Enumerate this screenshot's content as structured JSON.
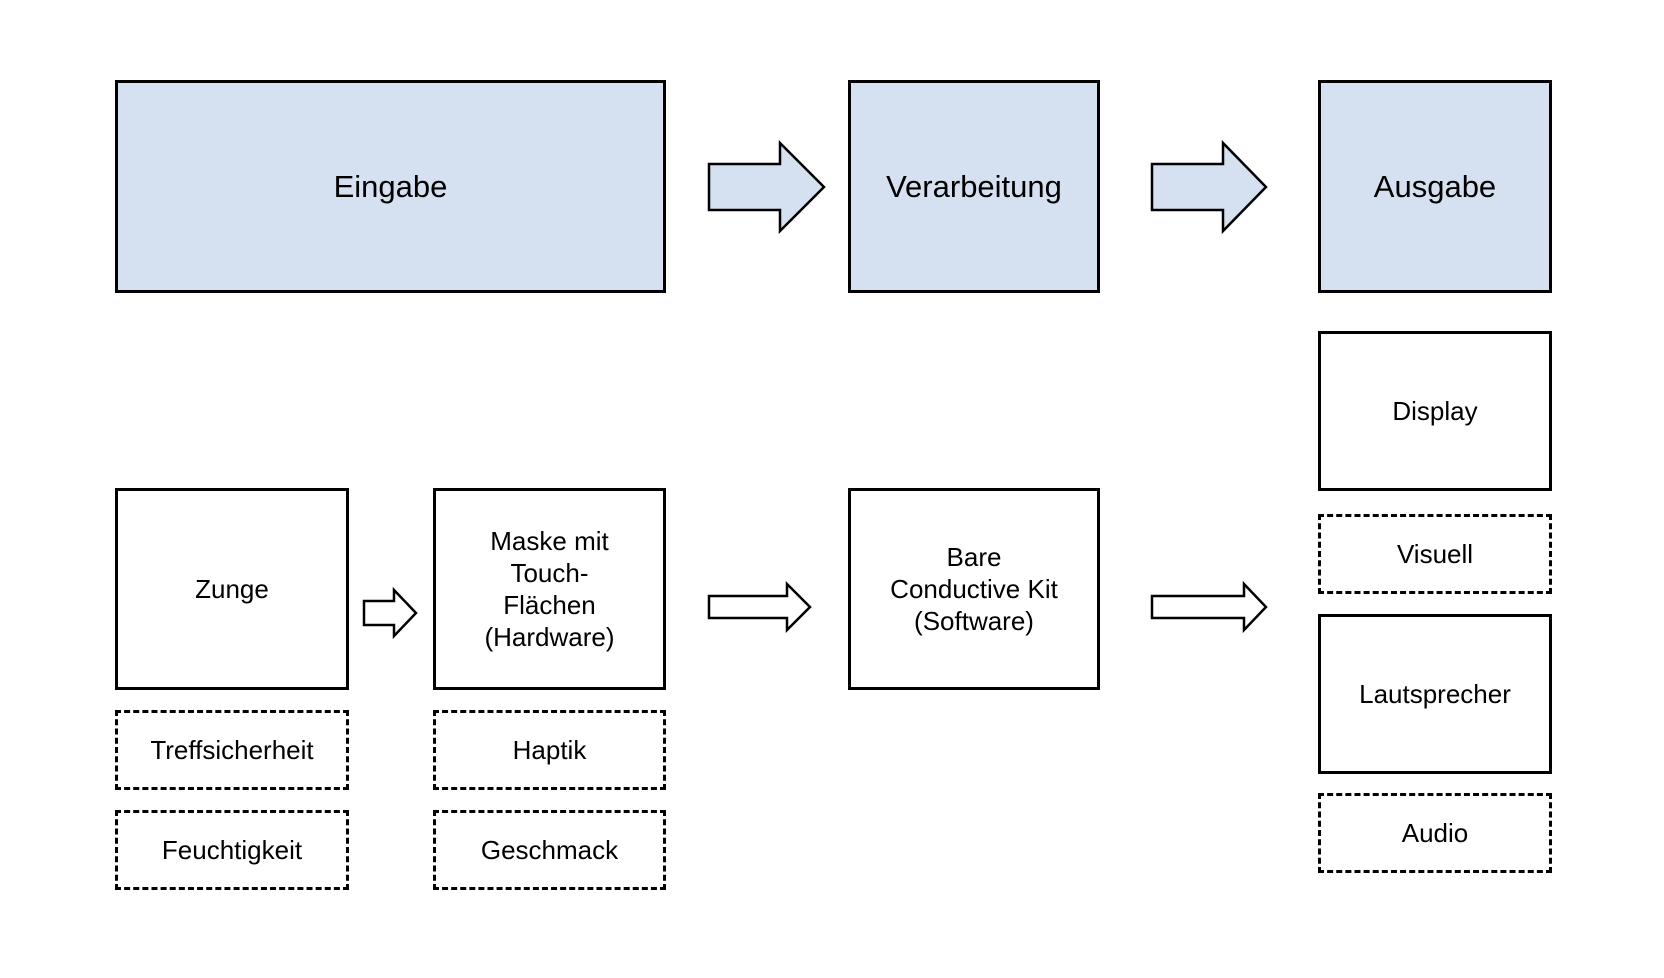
{
  "header": {
    "input": "Eingabe",
    "processing": "Verarbeitung",
    "output": "Ausgabe"
  },
  "input_column": {
    "tongue": "Zunge",
    "tongue_attributes": [
      "Treffsicherheit",
      "Feuchtigkeit"
    ],
    "mask": "Maske mit\nTouch-\nFlächen\n(Hardware)",
    "mask_attributes": [
      "Haptik",
      "Geschmack"
    ]
  },
  "processing_column": {
    "kit": "Bare\nConductive Kit\n(Software)"
  },
  "output_column": {
    "display": "Display",
    "display_attribute": "Visuell",
    "speaker": "Lautsprecher",
    "speaker_attribute": "Audio"
  },
  "colors": {
    "header_fill": "#d5e1f0",
    "border": "#000000"
  }
}
